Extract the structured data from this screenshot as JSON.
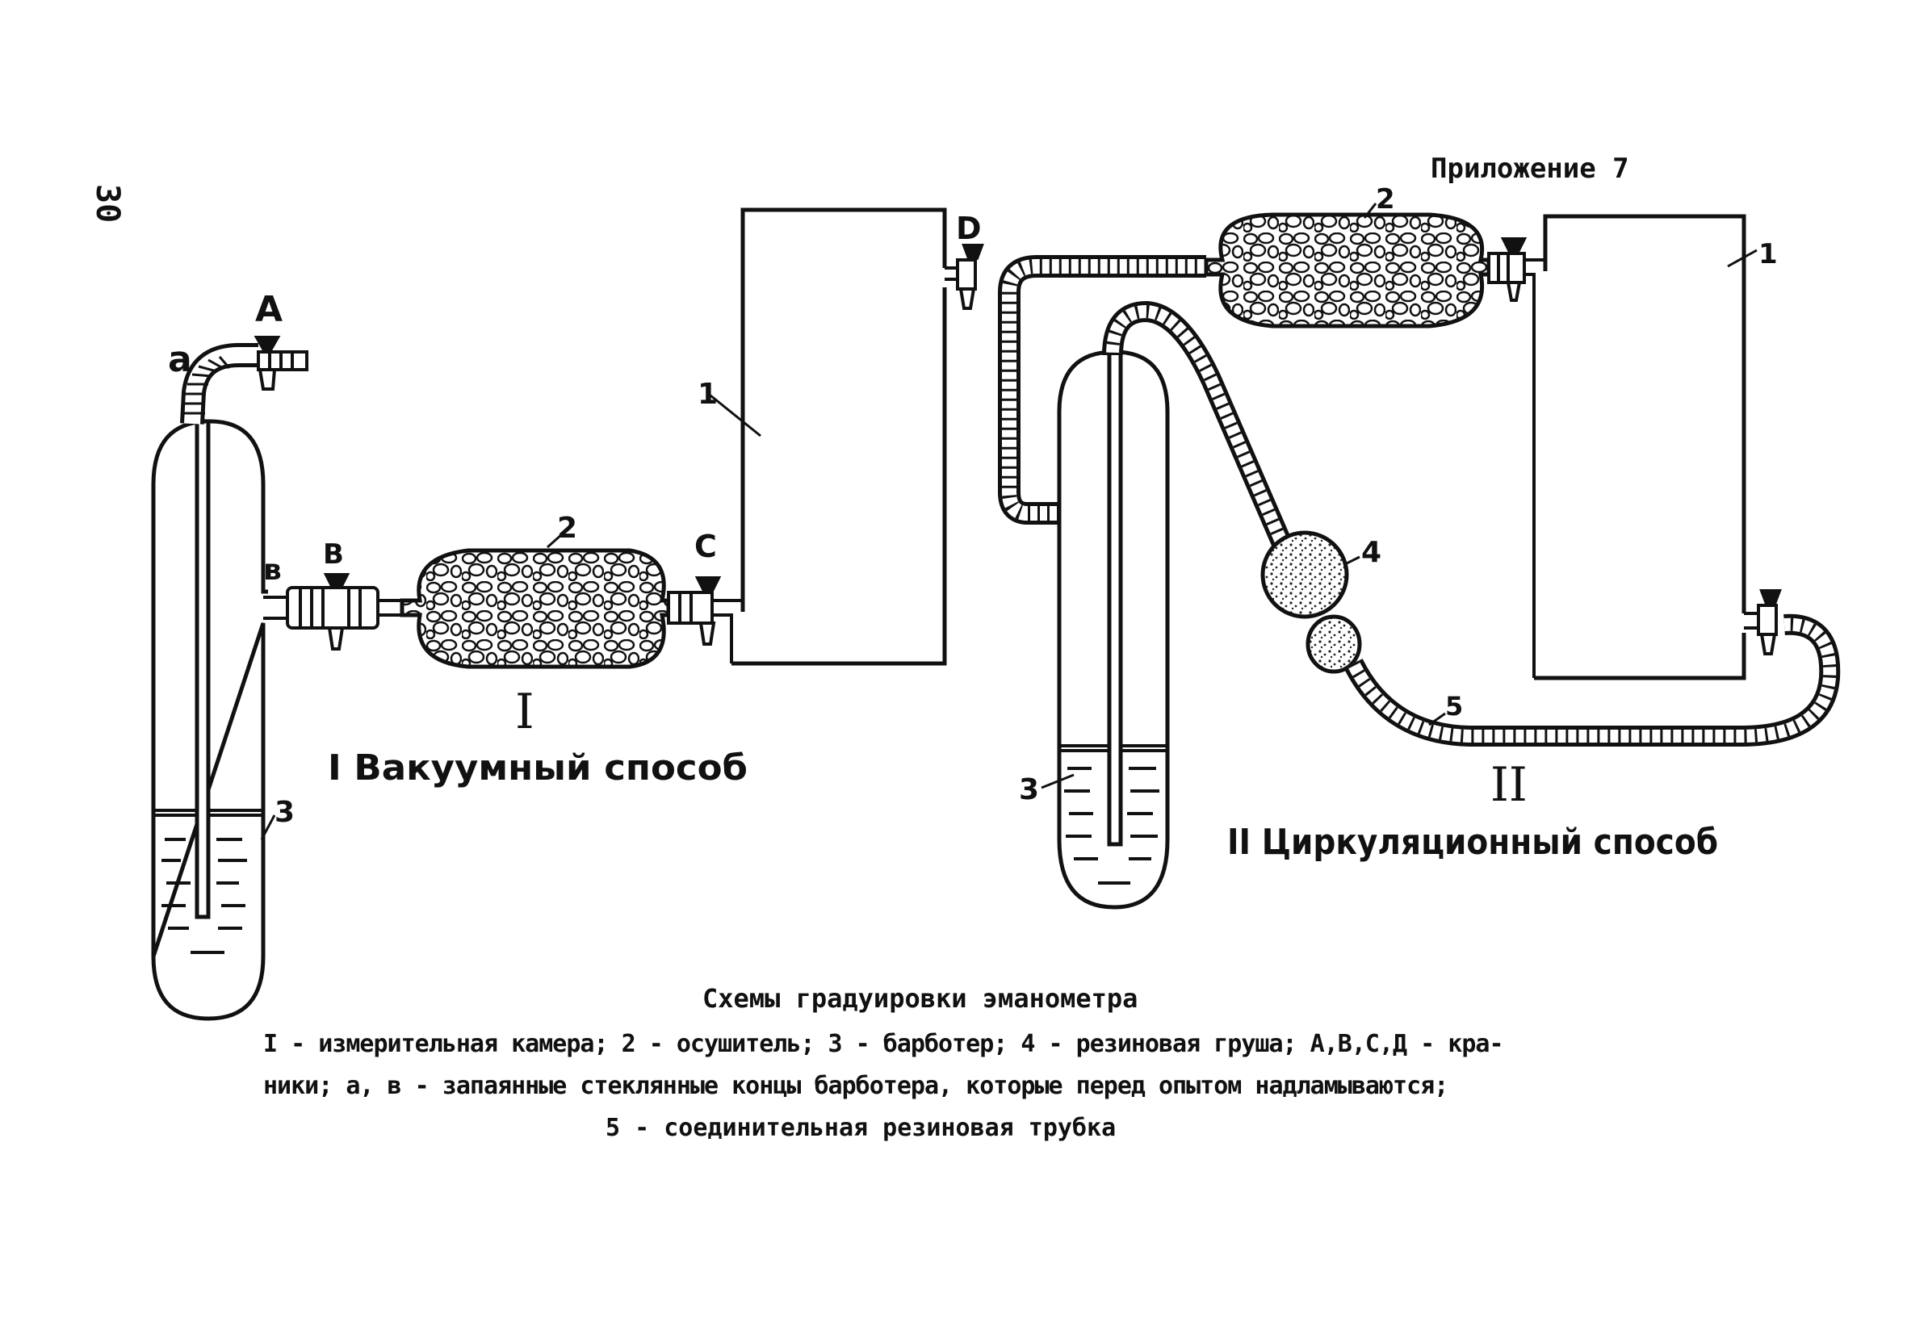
{
  "page_number": "30",
  "appendix_label": "Приложение 7",
  "scheme_one": {
    "roman": "I",
    "title": "I Вакуумный способ",
    "labels": {
      "valve_a": "A",
      "end_a": "a",
      "valve_b": "B",
      "end_b": "в",
      "valve_c": "C",
      "valve_d": "D",
      "camera": "1",
      "dryer": "2",
      "bubbler": "3"
    }
  },
  "scheme_two": {
    "roman": "II",
    "title": "II Циркуляционный способ",
    "labels": {
      "camera": "1",
      "dryer": "2",
      "bubbler": "3",
      "bulb": "4",
      "tube": "5"
    }
  },
  "caption": {
    "title": "Схемы градуировки эманометра",
    "line1": "I - измерительная камера; 2 - осушитель; 3 - барботер; 4 - резиновая груша; А,В,С,Д - кра-",
    "line2": "ники; а, в - запаянные стеклянные концы барботера, которые перед опытом надламываются;",
    "line3": "5 - соединительная резиновая трубка"
  }
}
